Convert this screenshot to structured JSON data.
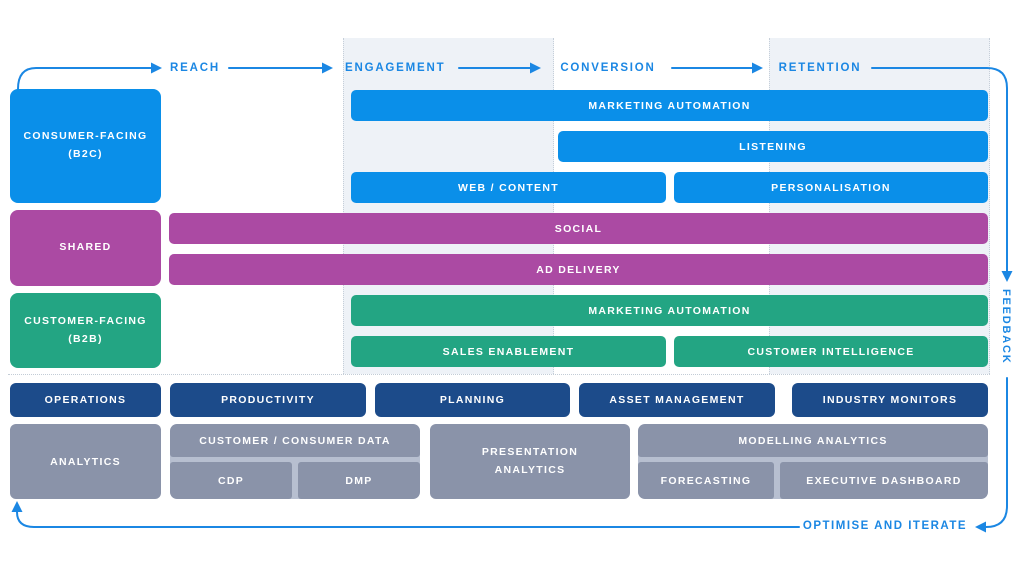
{
  "flow": {
    "stages": [
      {
        "label": "REACH"
      },
      {
        "label": "ENGAGEMENT"
      },
      {
        "label": "CONVERSION"
      },
      {
        "label": "RETENTION"
      }
    ],
    "feedback_label": "FEEDBACK",
    "optimise_label": "OPTIMISE AND ITERATE"
  },
  "lanes": {
    "b2c": {
      "label_line1": "CONSUMER-FACING",
      "label_line2": "(B2C)",
      "bars": {
        "marketing_automation": "MARKETING AUTOMATION",
        "listening": "LISTENING",
        "web_content": "WEB / CONTENT",
        "personalisation": "PERSONALISATION"
      }
    },
    "shared": {
      "label": "SHARED",
      "bars": {
        "social": "SOCIAL",
        "ad_delivery": "AD DELIVERY"
      }
    },
    "b2b": {
      "label_line1": "CUSTOMER-FACING",
      "label_line2": "(B2B)",
      "bars": {
        "marketing_automation": "MARKETING AUTOMATION",
        "sales_enablement": "SALES ENABLEMENT",
        "customer_intelligence": "CUSTOMER INTELLIGENCE"
      }
    },
    "operations": {
      "label": "OPERATIONS",
      "boxes": {
        "productivity": "PRODUCTIVITY",
        "planning": "PLANNING",
        "asset_management": "ASSET MANAGEMENT",
        "industry_monitors": "INDUSTRY MONITORS"
      }
    },
    "analytics": {
      "label": "ANALYTICS",
      "customer_data": {
        "header": "CUSTOMER / CONSUMER DATA",
        "cdp": "CDP",
        "dmp": "DMP"
      },
      "presentation": "PRESENTATION ANALYTICS",
      "modelling": {
        "header": "MODELLING ANALYTICS",
        "forecasting": "FORECASTING",
        "executive_dashboard": "EXECUTIVE DASHBOARD"
      }
    }
  },
  "colors": {
    "b2c_blue": "#0a8fe9",
    "shared_purple": "#ab4aa3",
    "b2b_green": "#23a583",
    "operations_navy": "#1c4b8a",
    "analytics_gray": "#8a93a9",
    "analytics_gray_light": "#b7bfd0",
    "column_band": "#eef2f7",
    "flow_blue": "#1b87e3"
  }
}
